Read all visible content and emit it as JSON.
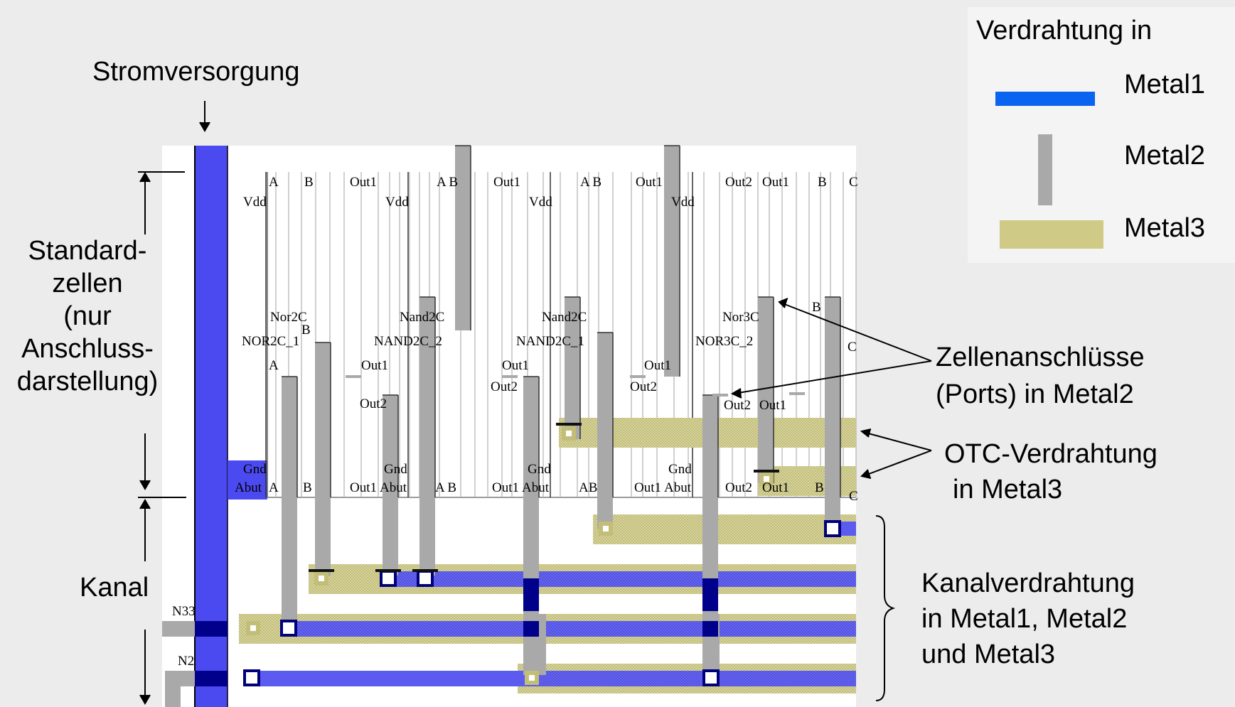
{
  "labels": {
    "stromversorgung": "Stromversorgung",
    "standardzellen": [
      "Standard-",
      "zellen",
      "(nur",
      "Anschluss-",
      "darstellung)"
    ],
    "kanal": "Kanal",
    "zellenanschluesse": [
      "Zellenanschlüsse",
      "(Ports) in Metal2"
    ],
    "otc": [
      "OTC-Verdrahtung",
      "in Metal3"
    ],
    "kanalverdrahtung": [
      "Kanalverdrahtung",
      "in Metal1, Metal2",
      "und Metal3"
    ]
  },
  "legend": {
    "title": "Verdrahtung in",
    "items": [
      {
        "name": "Metal1",
        "color": "#0a64f0"
      },
      {
        "name": "Metal2",
        "color": "#a9a9a9"
      },
      {
        "name": "Metal3",
        "color": "#cfcb86"
      }
    ]
  },
  "layout_text": {
    "net_labels": [
      "N33",
      "N2"
    ],
    "cells": [
      {
        "name": "NOR2C_1",
        "sub": "Nor2C"
      },
      {
        "name": "NAND2C_2",
        "sub": "Nand2C"
      },
      {
        "name": "NAND2C_1",
        "sub": "Nand2C"
      },
      {
        "name": "NOR3C_2",
        "sub": "Nor3C"
      }
    ],
    "pins": [
      "A",
      "B",
      "C",
      "Out1",
      "Out2",
      "Vdd",
      "Gnd",
      "Abut"
    ]
  },
  "colors": {
    "metal1": "#0a64f0",
    "metal1_channel": "#5b5bf0",
    "metal2": "#a9a9a9",
    "metal3": "#cfcb86",
    "background": "#ececec",
    "layout_bg": "#ffffff"
  }
}
